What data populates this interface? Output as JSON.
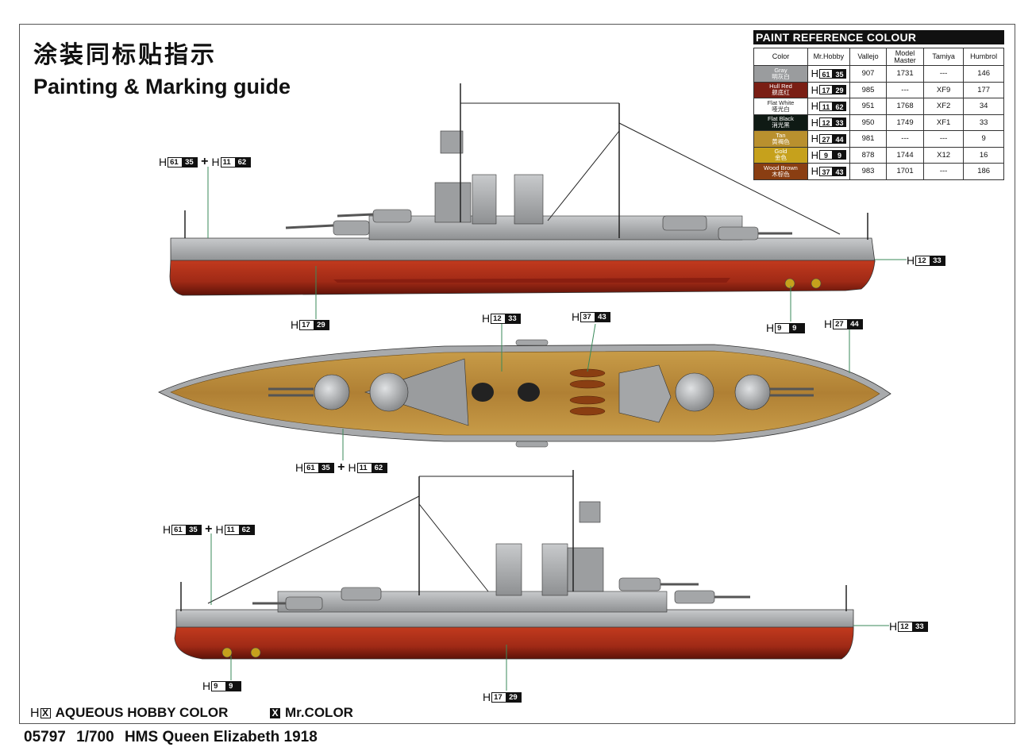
{
  "title_cn": "涂装同标贴指示",
  "title_en": "Painting & Marking guide",
  "paint_table": {
    "title": "PAINT  REFERENCE COLOUR",
    "headers": [
      "Color",
      "Mr.Hobby",
      "Vallejo",
      "Model Master",
      "Tamiya",
      "Humbrol"
    ],
    "rows": [
      {
        "name_en": "Gray",
        "name_cn": "明灰白",
        "swatch": "#9a9c9e",
        "h_white": "61",
        "h_black": "35",
        "vallejo": "907",
        "model_master": "1731",
        "tamiya": "---",
        "humbrol": "146"
      },
      {
        "name_en": "Hull Red",
        "name_cn": "舰底红",
        "swatch": "#7a1e14",
        "h_white": "17",
        "h_black": "29",
        "vallejo": "985",
        "model_master": "---",
        "tamiya": "XF9",
        "humbrol": "177"
      },
      {
        "name_en": "Flat White",
        "name_cn": "哑光白",
        "swatch": "#ffffff",
        "h_white": "11",
        "h_black": "62",
        "vallejo": "951",
        "model_master": "1768",
        "tamiya": "XF2",
        "humbrol": "34"
      },
      {
        "name_en": "Flat Black",
        "name_cn": "消光黑",
        "swatch": "#0f1a14",
        "h_white": "12",
        "h_black": "33",
        "vallejo": "950",
        "model_master": "1749",
        "tamiya": "XF1",
        "humbrol": "33"
      },
      {
        "name_en": "Tan",
        "name_cn": "黄褐色",
        "swatch": "#b9902e",
        "h_white": "27",
        "h_black": "44",
        "vallejo": "981",
        "model_master": "---",
        "tamiya": "---",
        "humbrol": "9"
      },
      {
        "name_en": "Gold",
        "name_cn": "金色",
        "swatch": "#c6a11c",
        "h_white": "9",
        "h_black": "9",
        "vallejo": "878",
        "model_master": "1744",
        "tamiya": "X12",
        "humbrol": "16"
      },
      {
        "name_en": "Wood Brown",
        "name_cn": "木棕色",
        "swatch": "#8a3e12",
        "h_white": "37",
        "h_black": "43",
        "vallejo": "983",
        "model_master": "1701",
        "tamiya": "---",
        "humbrol": "186"
      }
    ]
  },
  "callouts": {
    "c1": {
      "h": "H",
      "a_white": "61",
      "a_black": "35",
      "plus": "+",
      "b_white": "11",
      "b_black": "62"
    },
    "c2": {
      "h": "H",
      "white": "12",
      "black": "33"
    },
    "c3": {
      "h": "H",
      "white": "17",
      "black": "29"
    },
    "c4": {
      "h": "H",
      "white": "12",
      "black": "33"
    },
    "c5": {
      "h": "H",
      "white": "37",
      "black": "43"
    },
    "c6": {
      "h": "H",
      "white": "9",
      "black": "9"
    },
    "c7": {
      "h": "H",
      "white": "27",
      "black": "44"
    },
    "c8": {
      "h": "H",
      "a_white": "61",
      "a_black": "35",
      "plus": "+",
      "b_white": "11",
      "b_black": "62"
    },
    "c9": {
      "h": "H",
      "a_white": "61",
      "a_black": "35",
      "plus": "+",
      "b_white": "11",
      "b_black": "62"
    },
    "c10": {
      "h": "H",
      "white": "12",
      "black": "33"
    },
    "c11": {
      "h": "H",
      "white": "9",
      "black": "9"
    },
    "c12": {
      "h": "H",
      "white": "17",
      "black": "29"
    }
  },
  "legend": {
    "aqueous_h": "H",
    "aqueous_x": "X",
    "aqueous_label": "AQUEOUS HOBBY COLOR",
    "mr_x": "X",
    "mr_label": "Mr.COLOR"
  },
  "footer": {
    "code": "05797",
    "scale": "1/700",
    "name": "HMS Queen Elizabeth 1918"
  },
  "colors": {
    "gray": "#a8aaac",
    "hull_red": "#a8301c",
    "deck_tan": "#b68a3a",
    "black": "#111111"
  }
}
